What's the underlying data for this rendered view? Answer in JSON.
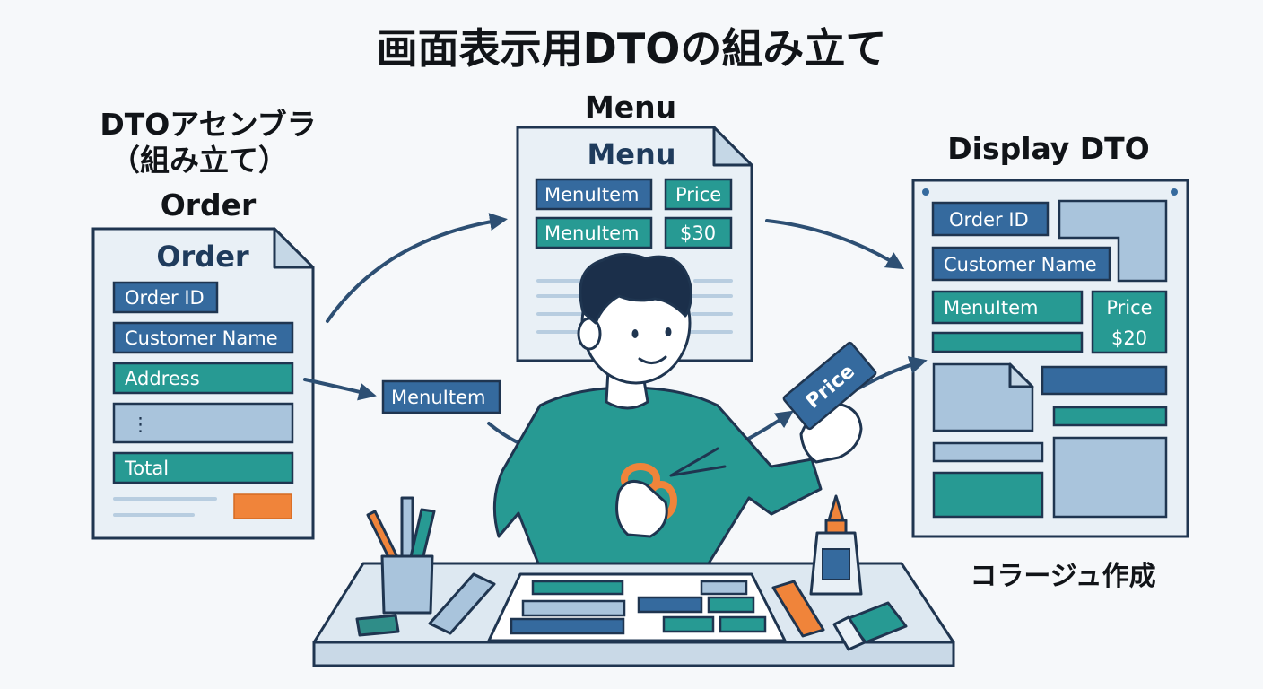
{
  "title": "画面表示用DTOの組み立て",
  "assembler": {
    "line1": "DTOアセンブラ",
    "line2": "（組み立て）",
    "line3": "Order"
  },
  "order_doc": {
    "title": "Order",
    "fields": [
      "Order ID",
      "Customer Name",
      "Address",
      "⋮",
      "Total"
    ]
  },
  "menu_label": "Menu",
  "menu_doc": {
    "title": "Menu",
    "row1": [
      "MenuItem",
      "Price"
    ],
    "row2": [
      "MenuItem",
      "$30"
    ]
  },
  "loose_chip": "MenuItem",
  "price_tag": "Price",
  "display_label": "Display DTO",
  "display_doc": {
    "order_id": "Order ID",
    "customer_name": "Customer Name",
    "menu_item": "MenuItem",
    "price": "Price",
    "price_value": "$20"
  },
  "collage_label": "コラージュ作成",
  "colors": {
    "navy": "#1f3550",
    "blue": "#356a9e",
    "teal": "#279a93",
    "pale_blue": "#a9c4dc",
    "orange": "#f0843a"
  }
}
